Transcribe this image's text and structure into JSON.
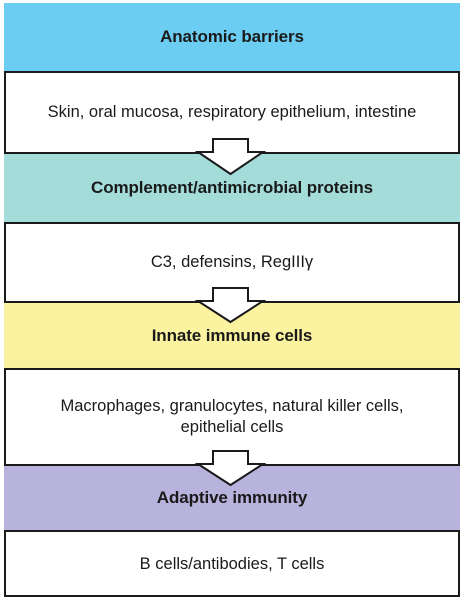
{
  "colors": {
    "stage1": "#6ccdf2",
    "stage2": "#a3dcd9",
    "stage3": "#fbf3a0",
    "stage4": "#b7b3dc",
    "border": "#1a1a1a"
  },
  "stages": [
    {
      "title": "Anatomic barriers",
      "examples": "Skin, oral mucosa, respiratory epithelium, intestine"
    },
    {
      "title": "Complement/antimicrobial proteins",
      "examples": "C3, defensins, RegIIIγ"
    },
    {
      "title": "Innate immune cells",
      "examples": "Macrophages, granulocytes, natural killer cells, epithelial cells"
    },
    {
      "title": "Adaptive immunity",
      "examples": "B cells/antibodies, T cells"
    }
  ]
}
